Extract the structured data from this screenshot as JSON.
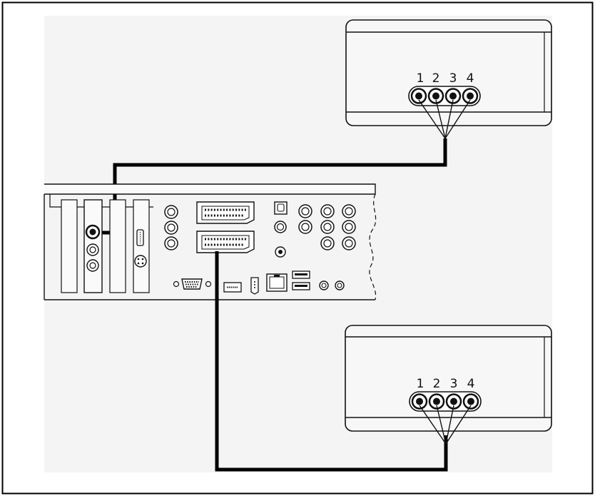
{
  "top_device": {
    "port_labels": [
      "1",
      "2",
      "3",
      "4"
    ]
  },
  "bottom_device": {
    "port_labels": [
      "1",
      "2",
      "3",
      "4"
    ]
  },
  "colors": {
    "frame": "#000000",
    "background_panel": "#f4f4f4",
    "device_fill": "#f7f7f7",
    "cable": "#000000",
    "stroke": "#111111"
  }
}
